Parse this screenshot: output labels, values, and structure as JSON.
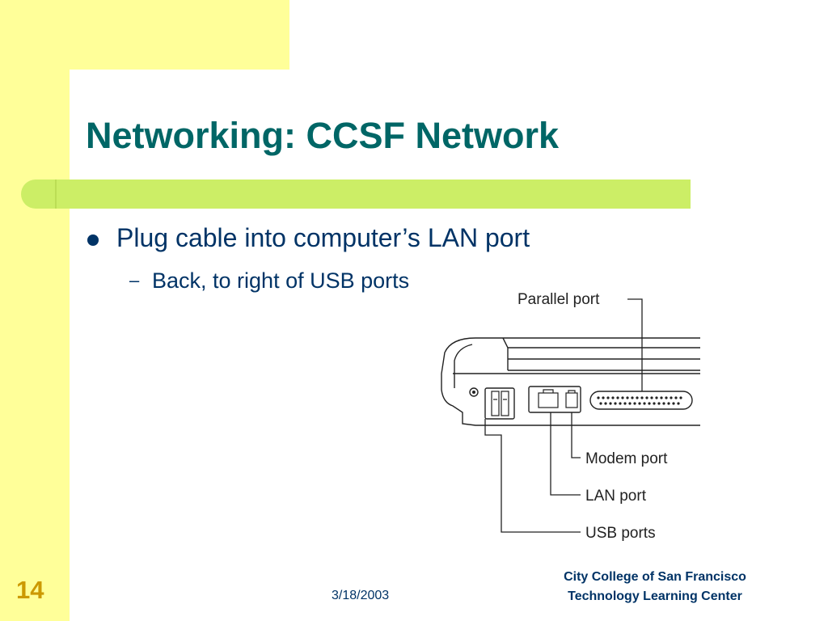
{
  "slide": {
    "title": "Networking: CCSF Network",
    "bullets": [
      {
        "text": "Plug cable into computer’s LAN port",
        "sub": [
          {
            "dash": "–",
            "text": "Back, to right of USB ports"
          }
        ]
      }
    ],
    "colors": {
      "background_band": "#ffff99",
      "title_color": "#006666",
      "title_bar": "#ccee66",
      "body_text": "#003366",
      "page_number": "#cc9900"
    }
  },
  "diagram": {
    "labels": {
      "parallel": "Parallel port",
      "modem": "Modem port",
      "lan": "LAN port",
      "usb": "USB ports"
    }
  },
  "footer": {
    "page_number": "14",
    "date": "3/18/2003",
    "org_line1": "City College of San Francisco",
    "org_line2": "Technology Learning Center"
  }
}
